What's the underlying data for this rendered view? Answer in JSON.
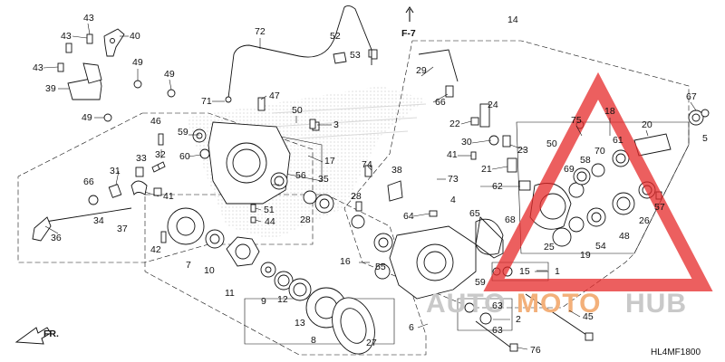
{
  "diagram": {
    "code": "HL4MF1800",
    "front_label": "FR.",
    "ref_label": "F-7",
    "watermark": {
      "text_auto": "AUTO",
      "text_moto": "MOTO",
      "text_hub": "HUB",
      "color_gray": "#c9c9c9",
      "color_orange": "#f3b07a",
      "color_red": "#e52a2a"
    },
    "callouts": [
      {
        "id": "c43a",
        "text": "43"
      },
      {
        "id": "c40",
        "text": "40"
      },
      {
        "id": "c43b",
        "text": "43"
      },
      {
        "id": "c43c",
        "text": "43"
      },
      {
        "id": "c39",
        "text": "39"
      },
      {
        "id": "c49a",
        "text": "49"
      },
      {
        "id": "c49b",
        "text": "49"
      },
      {
        "id": "c49c",
        "text": "49"
      },
      {
        "id": "c72",
        "text": "72"
      },
      {
        "id": "c52",
        "text": "52"
      },
      {
        "id": "c53",
        "text": "53"
      },
      {
        "id": "c14",
        "text": "14"
      },
      {
        "id": "c29",
        "text": "29"
      },
      {
        "id": "c71",
        "text": "71"
      },
      {
        "id": "c47",
        "text": "47"
      },
      {
        "id": "c50a",
        "text": "50"
      },
      {
        "id": "c3",
        "text": "3"
      },
      {
        "id": "c66a",
        "text": "66"
      },
      {
        "id": "c24",
        "text": "24"
      },
      {
        "id": "c22",
        "text": "22"
      },
      {
        "id": "c30",
        "text": "30"
      },
      {
        "id": "c41a",
        "text": "41"
      },
      {
        "id": "c23",
        "text": "23"
      },
      {
        "id": "c50b",
        "text": "50"
      },
      {
        "id": "c21",
        "text": "21"
      },
      {
        "id": "c75",
        "text": "75"
      },
      {
        "id": "c18",
        "text": "18"
      },
      {
        "id": "c20",
        "text": "20"
      },
      {
        "id": "c67",
        "text": "67"
      },
      {
        "id": "c5",
        "text": "5"
      },
      {
        "id": "c46",
        "text": "46"
      },
      {
        "id": "c32",
        "text": "32"
      },
      {
        "id": "c59a",
        "text": "59"
      },
      {
        "id": "c60",
        "text": "60"
      },
      {
        "id": "c17",
        "text": "17"
      },
      {
        "id": "c56",
        "text": "56"
      },
      {
        "id": "c35",
        "text": "35"
      },
      {
        "id": "c74",
        "text": "74"
      },
      {
        "id": "c38",
        "text": "38"
      },
      {
        "id": "c73",
        "text": "73"
      },
      {
        "id": "c4",
        "text": "4"
      },
      {
        "id": "c62",
        "text": "62"
      },
      {
        "id": "c69",
        "text": "69"
      },
      {
        "id": "c58",
        "text": "58"
      },
      {
        "id": "c70",
        "text": "70"
      },
      {
        "id": "c61",
        "text": "61"
      },
      {
        "id": "c33",
        "text": "33"
      },
      {
        "id": "c31",
        "text": "31"
      },
      {
        "id": "c66b",
        "text": "66"
      },
      {
        "id": "c34",
        "text": "34"
      },
      {
        "id": "c37",
        "text": "37"
      },
      {
        "id": "c41b",
        "text": "41"
      },
      {
        "id": "c36",
        "text": "36"
      },
      {
        "id": "c51",
        "text": "51"
      },
      {
        "id": "c44",
        "text": "44"
      },
      {
        "id": "c28a",
        "text": "28"
      },
      {
        "id": "c28b",
        "text": "28"
      },
      {
        "id": "c64",
        "text": "64"
      },
      {
        "id": "c65",
        "text": "65"
      },
      {
        "id": "c68",
        "text": "68"
      },
      {
        "id": "c26",
        "text": "26"
      },
      {
        "id": "c57",
        "text": "57"
      },
      {
        "id": "c48",
        "text": "48"
      },
      {
        "id": "c19",
        "text": "19"
      },
      {
        "id": "c54",
        "text": "54"
      },
      {
        "id": "c25",
        "text": "25"
      },
      {
        "id": "c42",
        "text": "42"
      },
      {
        "id": "c7",
        "text": "7"
      },
      {
        "id": "c10",
        "text": "10"
      },
      {
        "id": "c11",
        "text": "11"
      },
      {
        "id": "c16",
        "text": "16"
      },
      {
        "id": "c55",
        "text": "55"
      },
      {
        "id": "c59b",
        "text": "59"
      },
      {
        "id": "c15",
        "text": "15"
      },
      {
        "id": "c1",
        "text": "1"
      },
      {
        "id": "c63a",
        "text": "63"
      },
      {
        "id": "c2",
        "text": "2"
      },
      {
        "id": "c63b",
        "text": "63"
      },
      {
        "id": "c9",
        "text": "9"
      },
      {
        "id": "c12",
        "text": "12"
      },
      {
        "id": "c13",
        "text": "13"
      },
      {
        "id": "c8",
        "text": "8"
      },
      {
        "id": "c27",
        "text": "27"
      },
      {
        "id": "c6",
        "text": "6"
      },
      {
        "id": "c45",
        "text": "45"
      },
      {
        "id": "c76",
        "text": "76"
      }
    ]
  }
}
